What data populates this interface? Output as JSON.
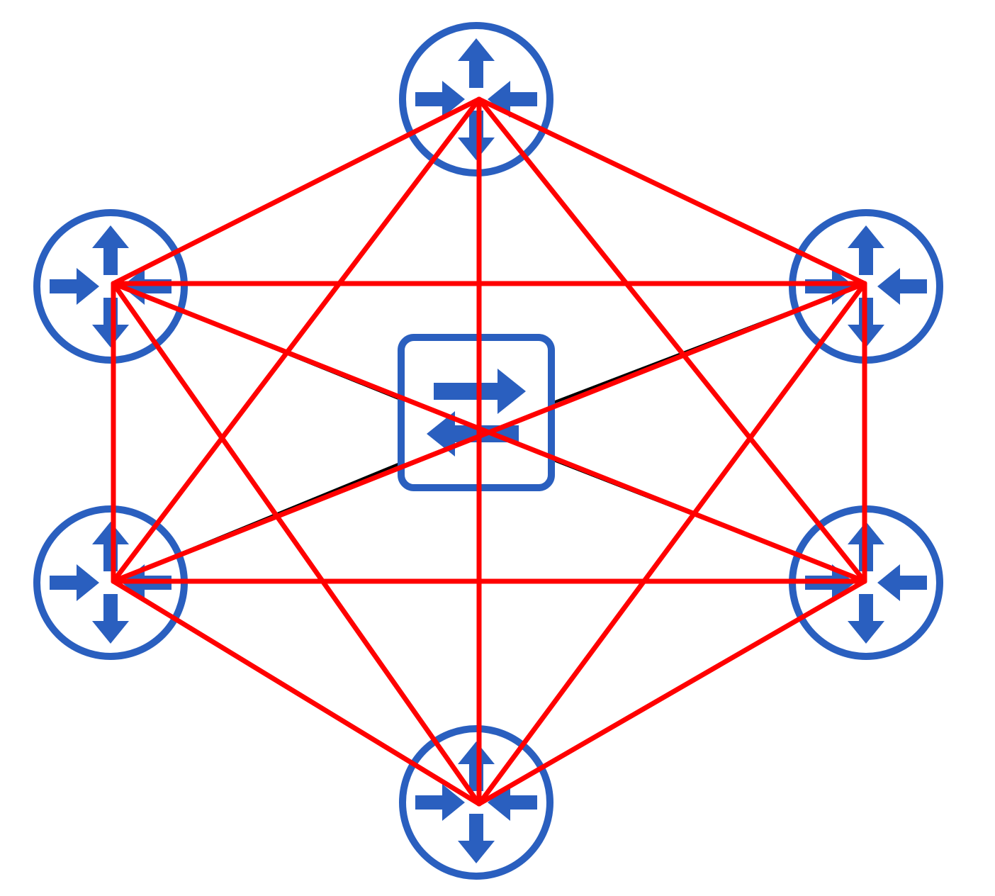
{
  "diagram": {
    "type": "full-mesh-network",
    "colors": {
      "device": "#2a5fbf",
      "mesh_link": "#ff0000",
      "switch_link": "#000000",
      "background": "#ffffff"
    },
    "devices": [
      {
        "id": "router-top",
        "kind": "router",
        "icon": "router-icon"
      },
      {
        "id": "router-upper-left",
        "kind": "router",
        "icon": "router-icon"
      },
      {
        "id": "router-upper-right",
        "kind": "router",
        "icon": "router-icon"
      },
      {
        "id": "router-lower-left",
        "kind": "router",
        "icon": "router-icon"
      },
      {
        "id": "router-lower-right",
        "kind": "router",
        "icon": "router-icon"
      },
      {
        "id": "router-bottom",
        "kind": "router",
        "icon": "router-icon"
      },
      {
        "id": "switch-center",
        "kind": "switch",
        "icon": "switch-icon"
      }
    ],
    "switch_links": [
      [
        "router-upper-left",
        "switch-center"
      ],
      [
        "router-upper-right",
        "switch-center"
      ],
      [
        "router-lower-left",
        "switch-center"
      ],
      [
        "router-lower-right",
        "switch-center"
      ]
    ],
    "mesh_links": [
      [
        "router-top",
        "router-upper-left"
      ],
      [
        "router-top",
        "router-upper-right"
      ],
      [
        "router-top",
        "router-lower-left"
      ],
      [
        "router-top",
        "router-lower-right"
      ],
      [
        "router-top",
        "router-bottom"
      ],
      [
        "router-upper-left",
        "router-upper-right"
      ],
      [
        "router-upper-left",
        "router-lower-left"
      ],
      [
        "router-upper-left",
        "router-lower-right"
      ],
      [
        "router-upper-left",
        "router-bottom"
      ],
      [
        "router-upper-right",
        "router-lower-left"
      ],
      [
        "router-upper-right",
        "router-lower-right"
      ],
      [
        "router-upper-right",
        "router-bottom"
      ],
      [
        "router-lower-left",
        "router-lower-right"
      ],
      [
        "router-lower-left",
        "router-bottom"
      ],
      [
        "router-lower-right",
        "router-bottom"
      ]
    ]
  }
}
